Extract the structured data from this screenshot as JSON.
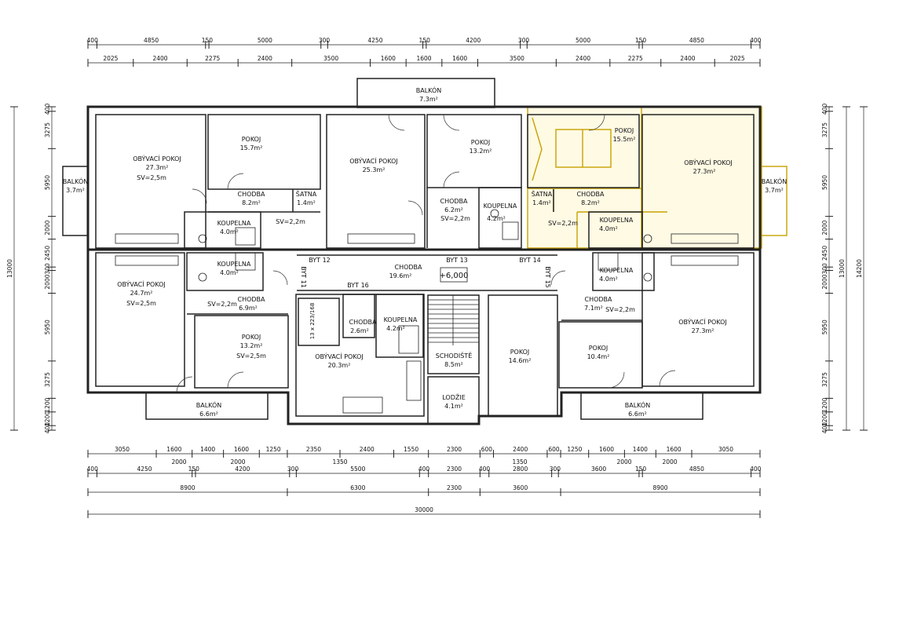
{
  "colors": {
    "lines": "#222222",
    "highlight": "#c8a200",
    "background": "#ffffff"
  },
  "dims": {
    "top1": [
      "400",
      "4850",
      "150",
      "5000",
      "300",
      "4250",
      "150",
      "4200",
      "300",
      "5000",
      "150",
      "4850",
      "400"
    ],
    "top2": [
      "2025",
      "2400",
      "2275",
      "2400",
      "3500",
      "1600",
      "1600",
      "1600",
      "3500",
      "2400",
      "2275",
      "2400",
      "2025"
    ],
    "bot1": [
      "3050",
      "1600",
      "1400",
      "1600",
      "1250",
      "2350",
      "2400",
      "1550",
      "2300",
      "600",
      "2400",
      "600",
      "1250",
      "1600",
      "1400",
      "1600",
      "3050"
    ],
    "bot1b": [
      "2000",
      "2000",
      "1350",
      "1350",
      "2000",
      "2000"
    ],
    "bot2": [
      "400",
      "4250",
      "150",
      "4200",
      "300",
      "5500",
      "400",
      "2300",
      "400",
      "2800",
      "300",
      "3600",
      "150",
      "4850",
      "400"
    ],
    "bot3": [
      "8900",
      "6300",
      "2300",
      "3600",
      "8900"
    ],
    "bot4": "30000",
    "left1": [
      "400",
      "3275",
      "5950",
      "2000",
      "2450",
      "300",
      "2000",
      "5950",
      "3275",
      "1200",
      "1200",
      "400"
    ],
    "left2": [
      "13000"
    ],
    "right1": [
      "400",
      "3275",
      "5950",
      "2000",
      "2450",
      "300",
      "2000",
      "5950",
      "3275",
      "1200",
      "1200",
      "400"
    ],
    "right2": [
      "13000"
    ],
    "right3": [
      "14200"
    ]
  },
  "rooms": [
    {
      "id": "balkon-top",
      "name": "BALKÓN",
      "area": "7.3m²"
    },
    {
      "id": "obyvaci-tl",
      "name": "OBÝVACÍ POKOJ",
      "area": "27.3m²",
      "note": "SV=2,5m"
    },
    {
      "id": "pokoj-tl",
      "name": "POKOJ",
      "area": "15.7m²"
    },
    {
      "id": "chodba-tl",
      "name": "CHODBA",
      "area": "8.2m²"
    },
    {
      "id": "satna-tl",
      "name": "ŠATNA",
      "area": "1.4m²"
    },
    {
      "id": "sv-tl",
      "name": "SV=2,2m"
    },
    {
      "id": "koupelna-tl",
      "name": "KOUPELNA",
      "area": "4.0m²"
    },
    {
      "id": "balkon-l",
      "name": "BALKÓN",
      "area": "3.7m²"
    },
    {
      "id": "obyvaci-tc",
      "name": "OBÝVACÍ POKOJ",
      "area": "25.3m²"
    },
    {
      "id": "pokoj-tc",
      "name": "POKOJ",
      "area": "13.2m²"
    },
    {
      "id": "chodba-tc",
      "name": "CHODBA",
      "area": "6.2m²",
      "note": "SV=2,2m"
    },
    {
      "id": "koupelna-tc",
      "name": "KOUPELNA",
      "area": "4.2m²"
    },
    {
      "id": "pokoj-tr",
      "name": "POKOJ",
      "area": "15.5m²"
    },
    {
      "id": "obyvaci-tr",
      "name": "OBÝVACÍ POKOJ",
      "area": "27.3m²"
    },
    {
      "id": "satna-tr",
      "name": "ŠATNA",
      "area": "1.4m²"
    },
    {
      "id": "chodba-tr",
      "name": "CHODBA",
      "area": "8.2m²"
    },
    {
      "id": "koupelna-tr",
      "name": "KOUPELNA",
      "area": "4.0m²"
    },
    {
      "id": "sv-tr",
      "name": "SV=2,2m"
    },
    {
      "id": "balkon-r",
      "name": "BALKÓN",
      "area": "3.7m²"
    },
    {
      "id": "chodba-main",
      "name": "CHODBA",
      "area": "19.6m²"
    },
    {
      "id": "koupelna-bl",
      "name": "KOUPELNA",
      "area": "4.0m²"
    },
    {
      "id": "obyvaci-bl",
      "name": "OBÝVACÍ POKOJ",
      "area": "24.7m²",
      "note": "SV=2,5m"
    },
    {
      "id": "chodba-bl",
      "name": "CHODBA",
      "area": "6.9m²",
      "note": "SV=2,2m"
    },
    {
      "id": "pokoj-bl",
      "name": "POKOJ",
      "area": "13.2m²",
      "note": "SV=2,5m"
    },
    {
      "id": "balkon-bl",
      "name": "BALKÓN",
      "area": "6.6m²"
    },
    {
      "id": "chodba-16",
      "name": "CHODBA",
      "area": "2.6m²"
    },
    {
      "id": "koupelna-16",
      "name": "KOUPELNA",
      "area": "4.2m²"
    },
    {
      "id": "obyvaci-16",
      "name": "OBÝVACÍ POKOJ",
      "area": "20.3m²"
    },
    {
      "id": "schodiste",
      "name": "SCHODIŠTĚ",
      "area": "8.5m²"
    },
    {
      "id": "lodzie",
      "name": "LODŽIE",
      "area": "4.1m²"
    },
    {
      "id": "pokoj-bc",
      "name": "POKOJ",
      "area": "14.6m²"
    },
    {
      "id": "koupelna-br",
      "name": "KOUPELNA",
      "area": "4.0m²"
    },
    {
      "id": "chodba-br",
      "name": "CHODBA",
      "area": "7.1m²",
      "note": "SV=2,2m"
    },
    {
      "id": "pokoj-br",
      "name": "POKOJ",
      "area": "10.4m²"
    },
    {
      "id": "obyvaci-br",
      "name": "OBÝVACÍ POKOJ",
      "area": "27.3m²"
    },
    {
      "id": "balkon-br",
      "name": "BALKÓN",
      "area": "6.6m²"
    }
  ],
  "labels": {
    "byt11": "BYT 11",
    "byt12": "BYT 12",
    "byt13": "BYT 13",
    "byt14": "BYT 14",
    "byt15": "BYT 15",
    "byt16": "BYT 16",
    "level": "+6,000",
    "stairs": "13 x 223/168"
  }
}
